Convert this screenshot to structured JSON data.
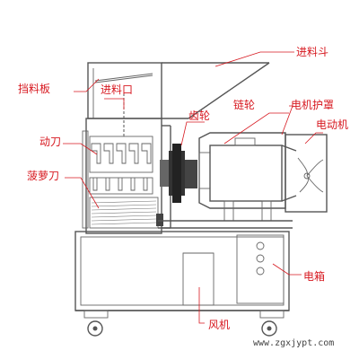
{
  "labels": {
    "hopper": "进料斗",
    "baffle": "挡料板",
    "feed_inlet": "进料口",
    "sprocket": "链轮",
    "gear": "齿轮",
    "motor_guard": "电机护罩",
    "motor": "电动机",
    "moving_blade": "动刀",
    "pineapple_blade": "菠萝刀",
    "electric_box": "电箱",
    "fan": "风机"
  },
  "watermark": "www.zgxjypt.com",
  "colors": {
    "label": "#d71920",
    "line": "#555555",
    "background": "#ffffff"
  }
}
